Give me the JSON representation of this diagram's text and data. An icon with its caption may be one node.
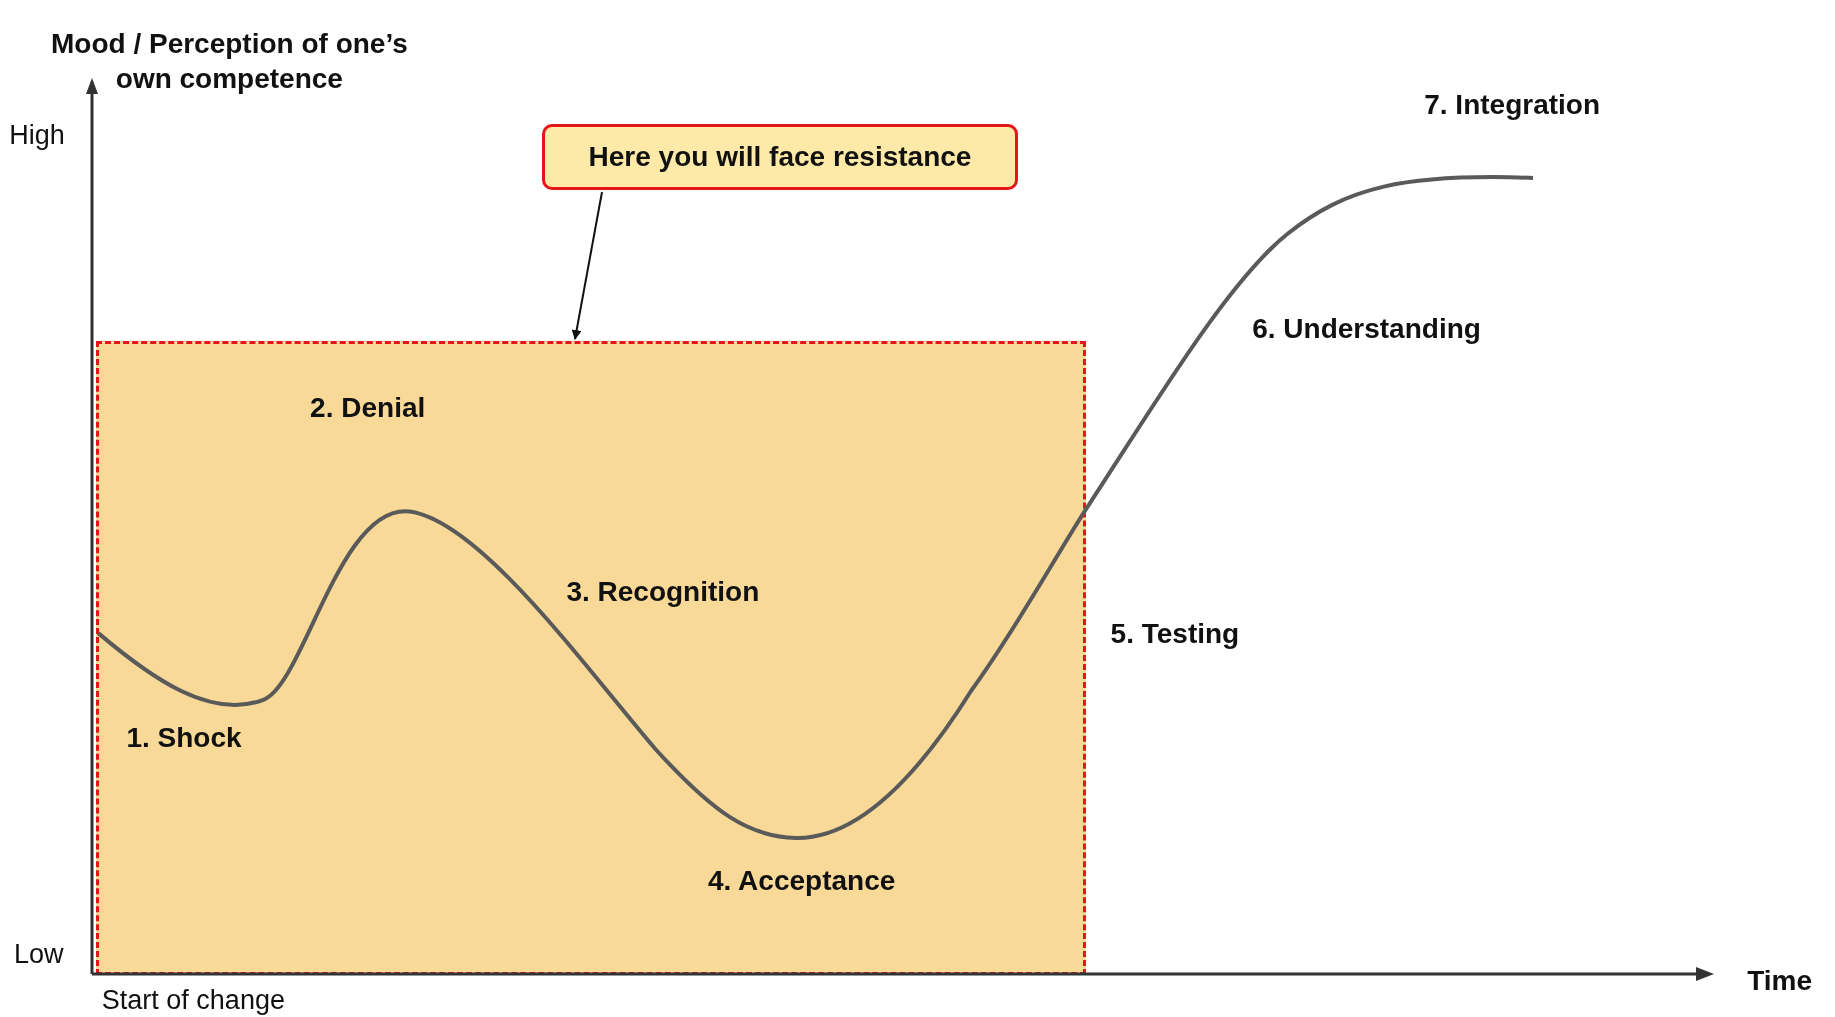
{
  "diagram": {
    "nodes": [
      {
        "text": [
          "Here you will face resistance"
        ]
      },
      {
        "text": [],
        "shape": "box"
      }
    ],
    "edges": [
      {
        "from": 0,
        "to": 1,
        "arrow": "to"
      }
    ],
    "labels": [
      "Mood / Perception of one’s own competence",
      "High",
      "7. Integration",
      "6. Understanding",
      "2. Denial",
      "3. Recognition",
      "5. Testing",
      "1. Shock",
      "4. Acceptance",
      "Low",
      "Time",
      "Start of change"
    ]
  }
}
